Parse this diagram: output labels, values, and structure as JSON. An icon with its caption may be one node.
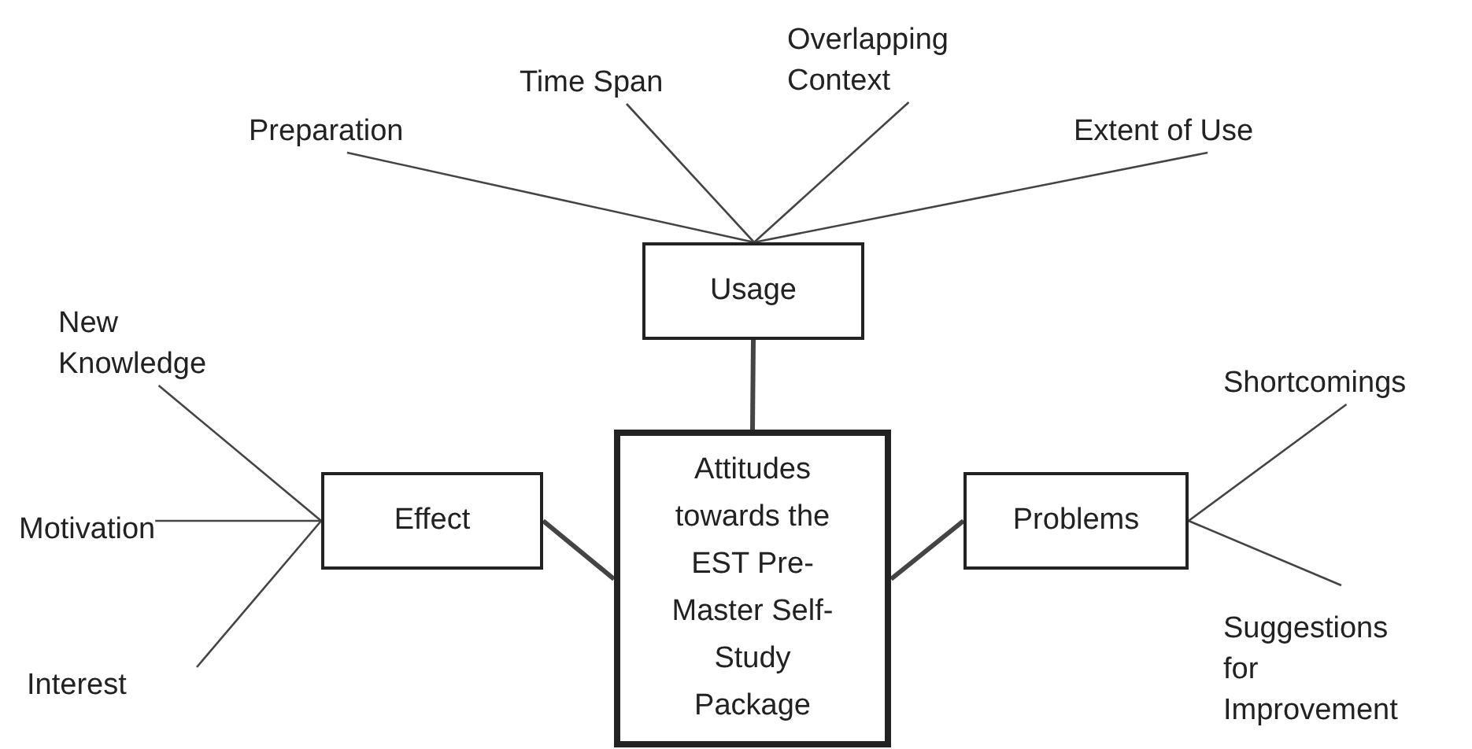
{
  "diagram": {
    "nodes": [
      {
        "text": [
          "Attitudes towards the EST Pre-Master Self-Study Package"
        ]
      },
      {
        "text": [
          "Usage"
        ]
      },
      {
        "text": [
          "Effect"
        ]
      },
      {
        "text": [
          "Problems"
        ]
      },
      {
        "text": [
          "Preparation"
        ]
      },
      {
        "text": [
          "Time Span"
        ]
      },
      {
        "text": [
          "Overlapping Context"
        ]
      },
      {
        "text": [
          "Extent of Use"
        ]
      },
      {
        "text": [
          "New Knowledge"
        ]
      },
      {
        "text": [
          "Motivation"
        ]
      },
      {
        "text": [
          "Interest"
        ]
      },
      {
        "text": [
          "Shortcomings"
        ]
      },
      {
        "text": [
          "Suggestions for Improvement"
        ]
      }
    ],
    "edges": [
      {
        "from": 4,
        "to": 1,
        "arrow": "none"
      },
      {
        "from": 5,
        "to": 1,
        "arrow": "none"
      },
      {
        "from": 6,
        "to": 1,
        "arrow": "none"
      },
      {
        "from": 7,
        "to": 1,
        "arrow": "none"
      },
      {
        "from": 8,
        "to": 2,
        "arrow": "none"
      },
      {
        "from": 9,
        "to": 2,
        "arrow": "none"
      },
      {
        "from": 10,
        "to": 2,
        "arrow": "none"
      },
      {
        "from": 3,
        "to": 11,
        "arrow": "none"
      },
      {
        "from": 3,
        "to": 12,
        "arrow": "none"
      },
      {
        "from": 1,
        "to": 0,
        "arrow": "none",
        "style": "thick"
      },
      {
        "from": 2,
        "to": 0,
        "arrow": "none",
        "style": "thick"
      },
      {
        "from": 3,
        "to": 0,
        "arrow": "none",
        "style": "thick"
      }
    ]
  }
}
